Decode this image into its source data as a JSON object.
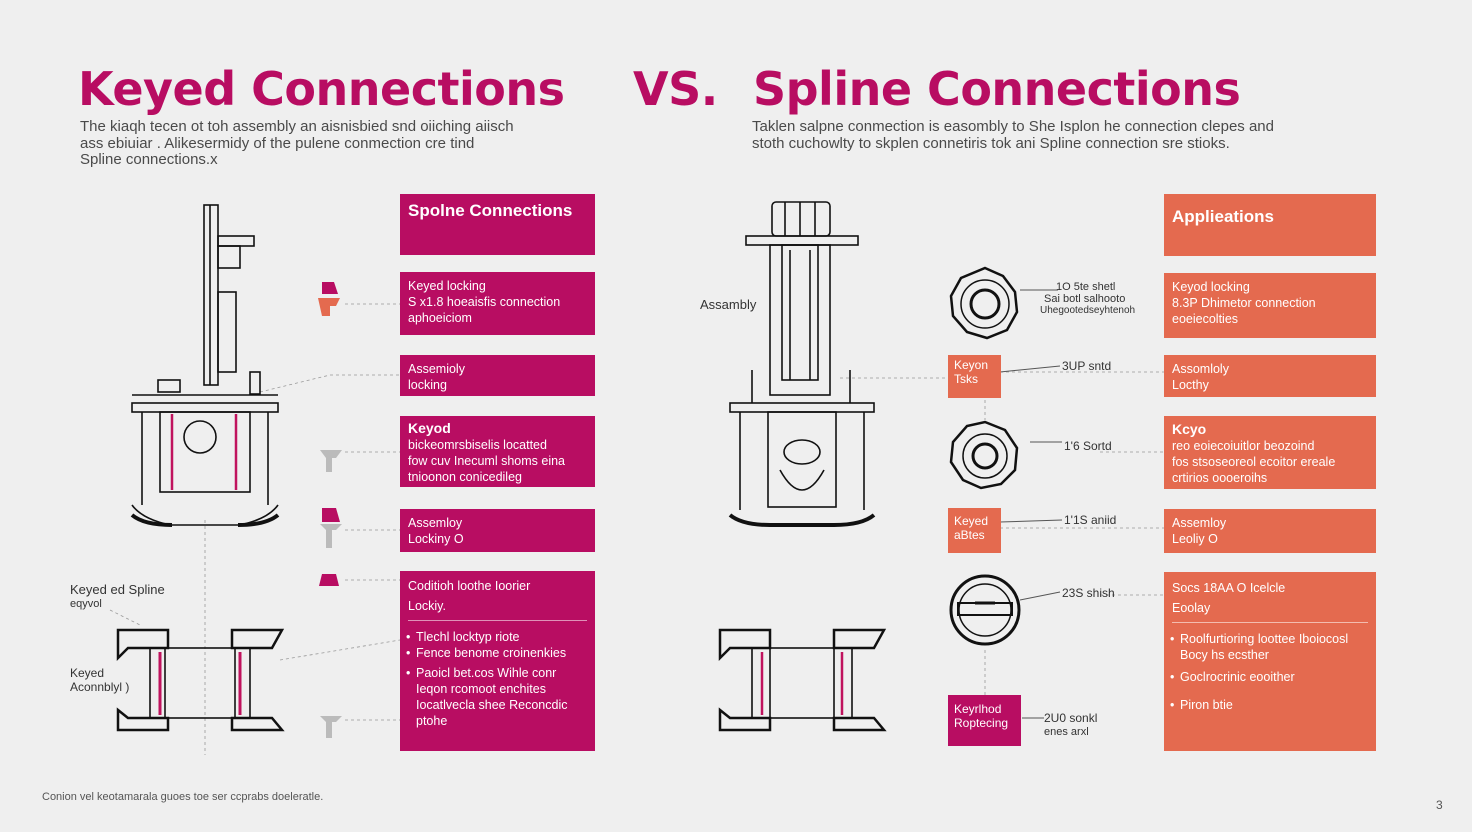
{
  "titles": {
    "left": "Keyed Connections",
    "vs": "VS.",
    "right": "Spline Connections"
  },
  "intro": {
    "left": [
      "The kiaqh tecen ot toh assembly an aisnisbied snd oiiching aiisch",
      "ass ebiuiar . Alikesermidy of the pulene conmection cre tind",
      "Spline connections.x"
    ],
    "right": [
      "Taklen salpne conmection is easombly to She Isplon he connection clepes and",
      "stoth cuchowlty to skplen connetiris tok ani Spline connection sre stioks."
    ]
  },
  "left_boxes": [
    {
      "head": "Spolne Connections"
    },
    {
      "lines": [
        "Keyed locking",
        "S x1.8 hoeaisfis connection",
        "aphoeiciom"
      ]
    },
    {
      "lines": [
        "Assemioly",
        "locking"
      ]
    },
    {
      "sub": "Keyod",
      "lines": [
        "bickeomrsbiselis locatted",
        "fow cuv Inecuml shoms eina",
        "tnioonon conicedileg"
      ]
    },
    {
      "lines": [
        "Assemloy",
        "Lockiny O"
      ]
    },
    {
      "lines": [
        "Coditioh loothe Ioorier",
        "Lockiy."
      ],
      "bullets": [
        "Tlechl locktyp riote",
        "Fence benome croinenkies",
        "Paoicl bet.cos Wihle conr Ieqon rcomoot enchites Iocatlvecla shee Reconcdic ptohe"
      ]
    }
  ],
  "right_boxes": [
    {
      "head": "Applieations"
    },
    {
      "lines": [
        "Keyod locking",
        "8.3P Dhimetor connection",
        "eoeiecolties"
      ]
    },
    {
      "lines": [
        "Assomloly",
        "Locthy"
      ]
    },
    {
      "sub": "Kcyo",
      "lines": [
        "reo eoiecoiuitlor beozoind",
        "fos stsoseoreol ecoitor ereale",
        "crtirios oooeroihs"
      ]
    },
    {
      "lines": [
        "Assemloy",
        "Leoliy O"
      ]
    },
    {
      "lines": [
        "Socs 18AA O Icelcle",
        "Eoolay"
      ],
      "bullets": [
        "Roolfurtioring loottee Iboiocosl Bocy hs ecsther",
        "Goclrocrinic eooither",
        "Piron btie"
      ]
    }
  ],
  "left_labels": {
    "keyed_spline": [
      "Keyed ed Spline",
      "eqyvol"
    ],
    "keyed_assembly": [
      "Keyed",
      "Aconnblyl )"
    ]
  },
  "right_labels": {
    "assembly": "Assambly",
    "part1": [
      "1O 5te shetl",
      "Sai botl salhooto",
      "Uhegootedseyhtenoh"
    ],
    "part2": "3UP sntd",
    "part3": "1'6 Sortd",
    "part4": "1'1S aniid",
    "part5": "23S shish",
    "part6": [
      "2U0 sonkl",
      "enes arxl"
    ]
  },
  "right_tags": [
    [
      "Keyon",
      "Tsks"
    ],
    [
      "Keyed",
      "aBtes"
    ],
    [
      "Keyrlhod",
      "Roptecing"
    ]
  ],
  "footer": "Conion vel keotamarala guoes toe ser ccprabs doeleratle.",
  "page_number": "3",
  "colors": {
    "magenta": "#b80d62",
    "coral": "#e46a4f",
    "background": "#efefef"
  }
}
